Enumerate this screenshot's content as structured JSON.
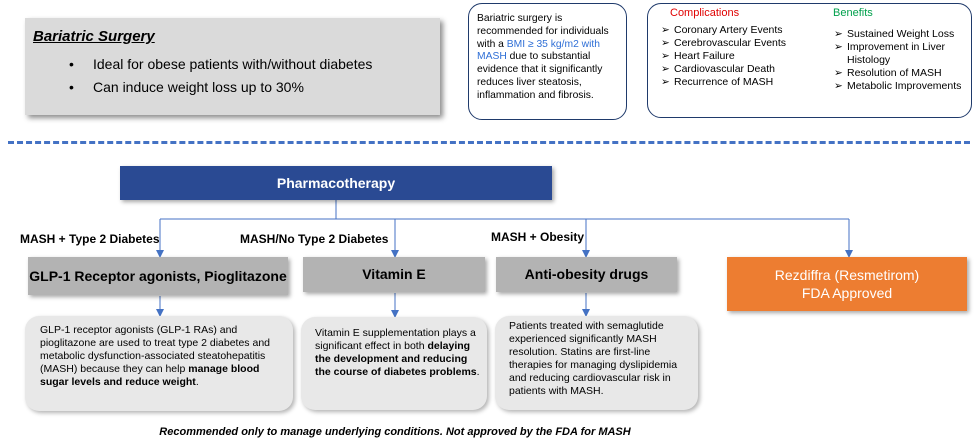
{
  "surgery": {
    "title": "Bariatric Surgery",
    "bullet_symbol": "•",
    "bullets": [
      "Ideal for obese patients with/without diabetes",
      "Can induce weight loss up to 30%"
    ]
  },
  "info": {
    "part1": "Bariatric surgery is recommended for individuals with a ",
    "highlight": "BMI ≥ 35 kg/m2 with MASH",
    "part2": " due to substantial evidence that it significantly reduces liver steatosis, inflammation and fibrosis."
  },
  "complications": {
    "heading": "Complications",
    "items": [
      "Coronary Artery Events",
      "Cerebrovascular Events",
      "Heart Failure",
      "Cardiovascular Death",
      "Recurrence of MASH"
    ]
  },
  "benefits": {
    "heading": "Benefits",
    "items": [
      "Sustained Weight Loss",
      "Improvement in Liver Histology",
      "Resolution of MASH",
      "Metabolic Improvements"
    ]
  },
  "arrow_symbol": "➢",
  "pharmacotherapy": {
    "label": "Pharmacotherapy"
  },
  "categories": {
    "t2d": "MASH + Type 2 Diabetes",
    "no_t2d": "MASH/No Type 2 Diabetes",
    "obesity": "MASH + Obesity"
  },
  "drugs": {
    "glp": "GLP-1 Receptor agonists, Pioglitazone",
    "vite": "Vitamin E",
    "antiob": "Anti-obesity drugs"
  },
  "rezdiffra": {
    "line1": "Rezdiffra (Resmetirom)",
    "line2": "FDA Approved"
  },
  "descriptions": {
    "glp": {
      "text": "GLP-1 receptor agonists (GLP-1 RAs) and pioglitazone  are used to treat type 2 diabetes and metabolic dysfunction-associated steatohepatitis (MASH) because they can help ",
      "bold": "manage blood sugar levels and reduce weight",
      "end": "."
    },
    "vite": {
      "text": "Vitamin E supplementation plays a significant effect in both ",
      "bold": "delaying the development and reducing the course of diabetes problems",
      "end": "."
    },
    "antiob": {
      "text": "Patients treated with  semaglutide experienced significantly MASH resolution. Statins are first-line therapies for managing dyslipidemia and reducing cardiovascular risk in patients with  MASH."
    }
  },
  "footnote": "Recommended only to manage underlying conditions. Not approved by the FDA for MASH",
  "colors": {
    "banner": "#2a4a93",
    "rezdiffra": "#ed7d31",
    "complications_heading": "#e00000",
    "benefits_heading": "#00a04c",
    "highlight": "#2f6fd6",
    "divider": "#4472c4"
  }
}
